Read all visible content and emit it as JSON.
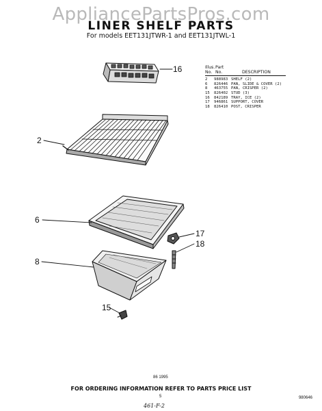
{
  "watermark": "AppliancePartsPros.com",
  "title": "LINER SHELF PARTS",
  "subtitle": "For models EET131JTWR-1 and EET131JTWL-1",
  "parts_table": {
    "header_top": [
      "Illus.",
      "Part"
    ],
    "header_bottom": [
      "No.",
      "No.",
      "DESCRIPTION"
    ],
    "rows": [
      {
        "illus": "2",
        "part": "988983",
        "desc": "SHELF (2)"
      },
      {
        "illus": "6",
        "part": "826446",
        "desc": "PAN, SLIDE & COVER (2)"
      },
      {
        "illus": "8",
        "part": "463755",
        "desc": "PAN, CRISPER (2)"
      },
      {
        "illus": "15",
        "part": "826402",
        "desc": "STUD (3)"
      },
      {
        "illus": "16",
        "part": "842189",
        "desc": "TRAY, ICE (2)"
      },
      {
        "illus": "17",
        "part": "946861",
        "desc": "SUPPORT, COVER"
      },
      {
        "illus": "18",
        "part": "826410",
        "desc": "POST, CRISPER"
      }
    ]
  },
  "callouts": [
    "16",
    "2",
    "6",
    "17",
    "18",
    "8",
    "15"
  ],
  "ref_mark": "86 1995",
  "footer": "FOR ORDERING INFORMATION REFER TO PARTS PRICE LIST",
  "page_number": "5",
  "doc_code": "980646",
  "handwritten": "461-F-2"
}
